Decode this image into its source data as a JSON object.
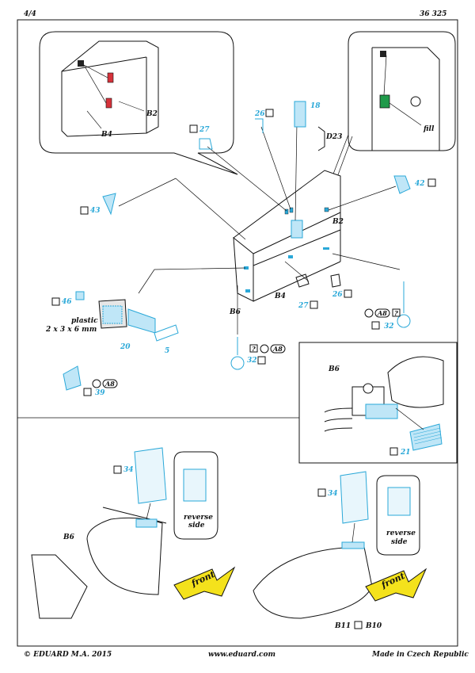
{
  "header": {
    "page": "4/4",
    "kit": "36 325"
  },
  "footer": {
    "copyright": "© EDUARD  M.A. 2015",
    "website": "www.eduard.com",
    "origin": "Made in Czech Republic"
  },
  "labels": {
    "b2": "B2",
    "b4": "B4",
    "b6": "B6",
    "b10": "B10",
    "b11": "B11",
    "d23": "D23",
    "fill": "fill",
    "a8": "A8",
    "q": "?",
    "plastic_line1": "plastic",
    "plastic_line2": "2 x 3 x 6 mm",
    "reverse_line1": "reverse",
    "reverse_line2": "side",
    "front": "front"
  },
  "parts": {
    "p18": "18",
    "p20": "20",
    "p21": "21",
    "p26": "26",
    "p27": "27",
    "p32": "32",
    "p34": "34",
    "p39": "39",
    "p42": "42",
    "p43": "43",
    "p46": "46",
    "p5": "5"
  },
  "colors": {
    "pe_part": "#2aa8d8",
    "pe_fill": "#bfe6f7",
    "highlight_red": "#d6323a",
    "fill_green": "#1f9a4a",
    "front_arrow": "#f4e21c",
    "stroke": "#111111"
  },
  "icons": [
    "bend-icon",
    "fold-icon",
    "tick-icon",
    "question-icon",
    "glue-icon",
    "cut-icon"
  ]
}
